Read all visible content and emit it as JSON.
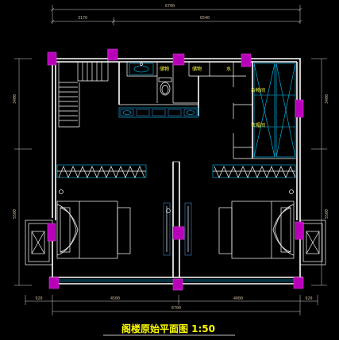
{
  "drawing": {
    "title": "阁楼原始平面图 1:50",
    "dimensions": {
      "top_total": "6700",
      "top_left": "3170",
      "top_right": "6540",
      "bottom_total": "6700",
      "bottom_left_margin": "920",
      "bottom_left": "4500",
      "bottom_right": "4000",
      "bottom_right_margin": "920",
      "left_upper": "3400",
      "left_lower": "5500",
      "right_upper": "3400",
      "right_lower": "5500"
    },
    "rooms": {
      "storage_a": "储物",
      "storage_b": "储物",
      "water": "水",
      "misc_room": "杂物间",
      "wardrobe": "衣帽间"
    }
  },
  "colors": {
    "background": "#000000",
    "walls": "#ffffff",
    "fixtures": "#00c8ff",
    "columns": "#b800b8",
    "room_labels": "#ffff40",
    "title": "#ffff00"
  }
}
